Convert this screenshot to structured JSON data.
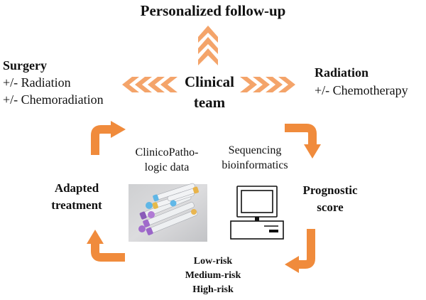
{
  "title": "Personalized follow-up",
  "center": {
    "line1": "Clinical",
    "line2": "team"
  },
  "left_option": {
    "heading": "Surgery",
    "line1": "+/- Radiation",
    "line2": "+/- Chemoradiation"
  },
  "right_option": {
    "heading": "Radiation",
    "line1": "+/- Chemotherapy"
  },
  "clinicopathologic": {
    "line1": "ClinicoPatho-",
    "line2": "logic data"
  },
  "sequencing": {
    "line1": "Sequencing",
    "line2": "bioinformatics"
  },
  "prognostic": {
    "line1": "Prognostic",
    "line2": "score"
  },
  "adapted": {
    "line1": "Adapted",
    "line2": "treatment"
  },
  "risk_levels": [
    "Low-risk",
    "Medium-risk",
    "High-risk"
  ],
  "icons": {
    "sample_tubes": "sample-tubes-photo",
    "computer": "computer-icon",
    "chevrons": "chevron-arrow-icon",
    "cycle_arrows": "curved-arrow-icon"
  },
  "colors": {
    "arrow": "#F08B3C",
    "chevron": "#F4A46A",
    "text": "#111111"
  }
}
